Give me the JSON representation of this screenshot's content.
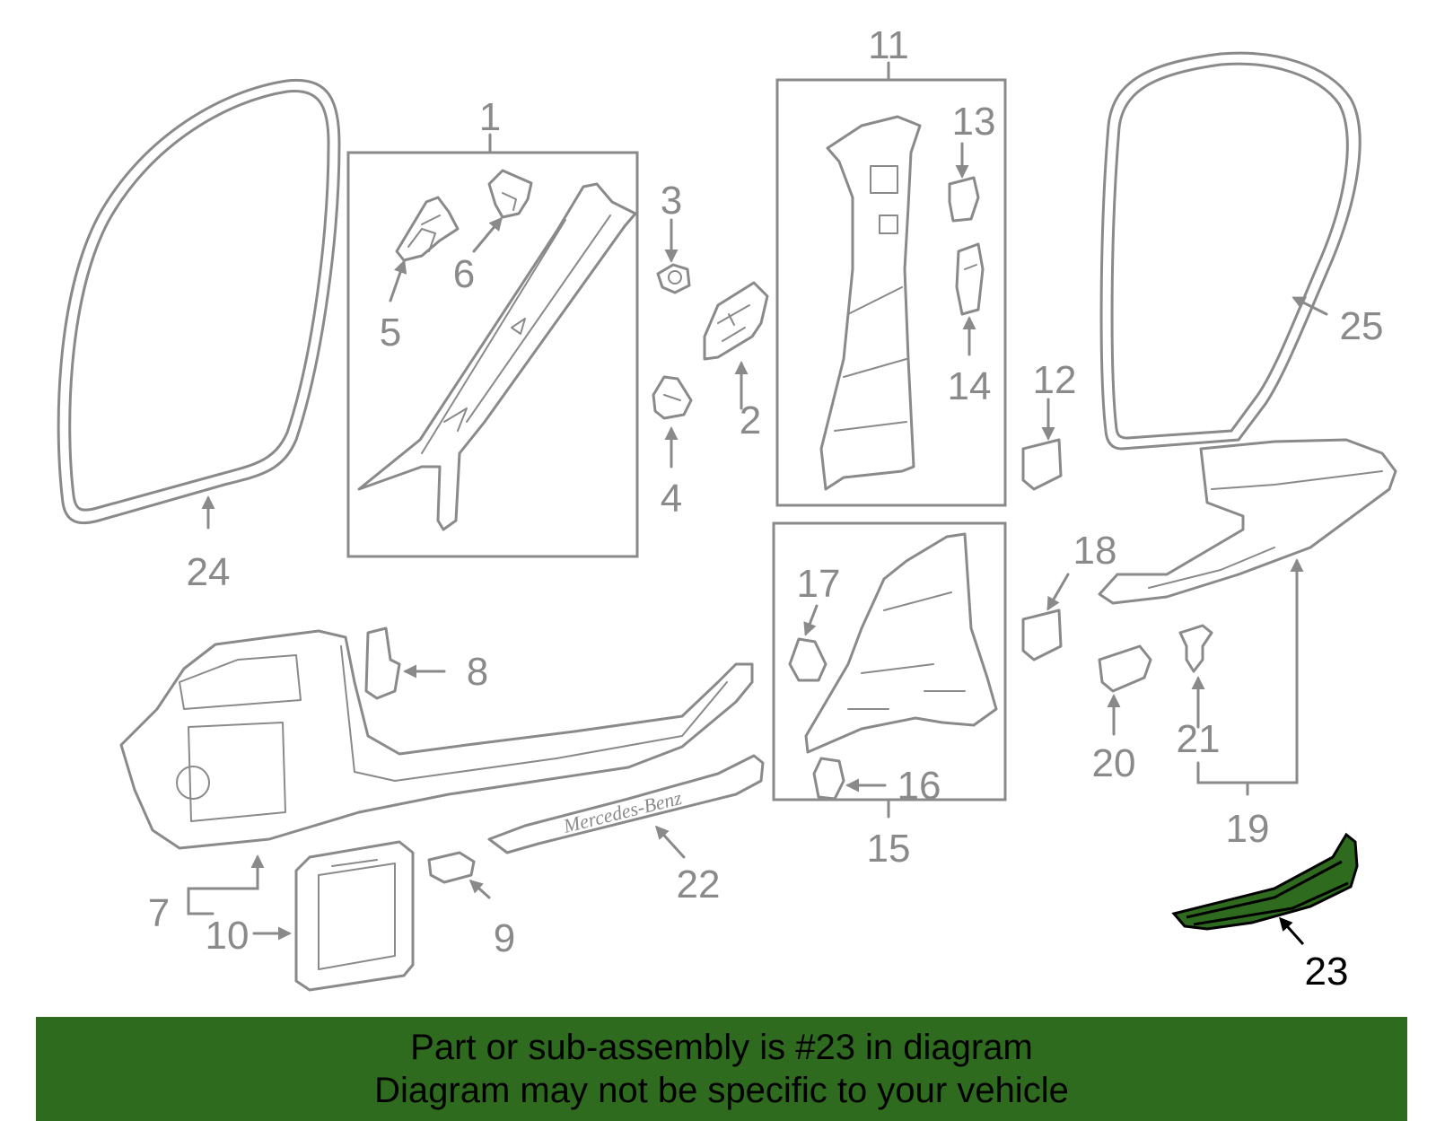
{
  "callouts": {
    "c1": "1",
    "c2": "2",
    "c3": "3",
    "c4": "4",
    "c5": "5",
    "c6": "6",
    "c7": "7",
    "c8": "8",
    "c9": "9",
    "c10": "10",
    "c11": "11",
    "c12": "12",
    "c13": "13",
    "c14": "14",
    "c15": "15",
    "c16": "16",
    "c17": "17",
    "c18": "18",
    "c19": "19",
    "c20": "20",
    "c21": "21",
    "c22": "22",
    "c23": "23",
    "c24": "24",
    "c25": "25"
  },
  "brand_text": "Mercedes-Benz",
  "highlight": {
    "part": "23",
    "color": "#2e6b1e"
  },
  "banner": {
    "line1": "Part or sub-assembly is #23 in diagram",
    "line2": "Diagram may not be specific to your vehicle",
    "color": "#2e6b1e"
  }
}
